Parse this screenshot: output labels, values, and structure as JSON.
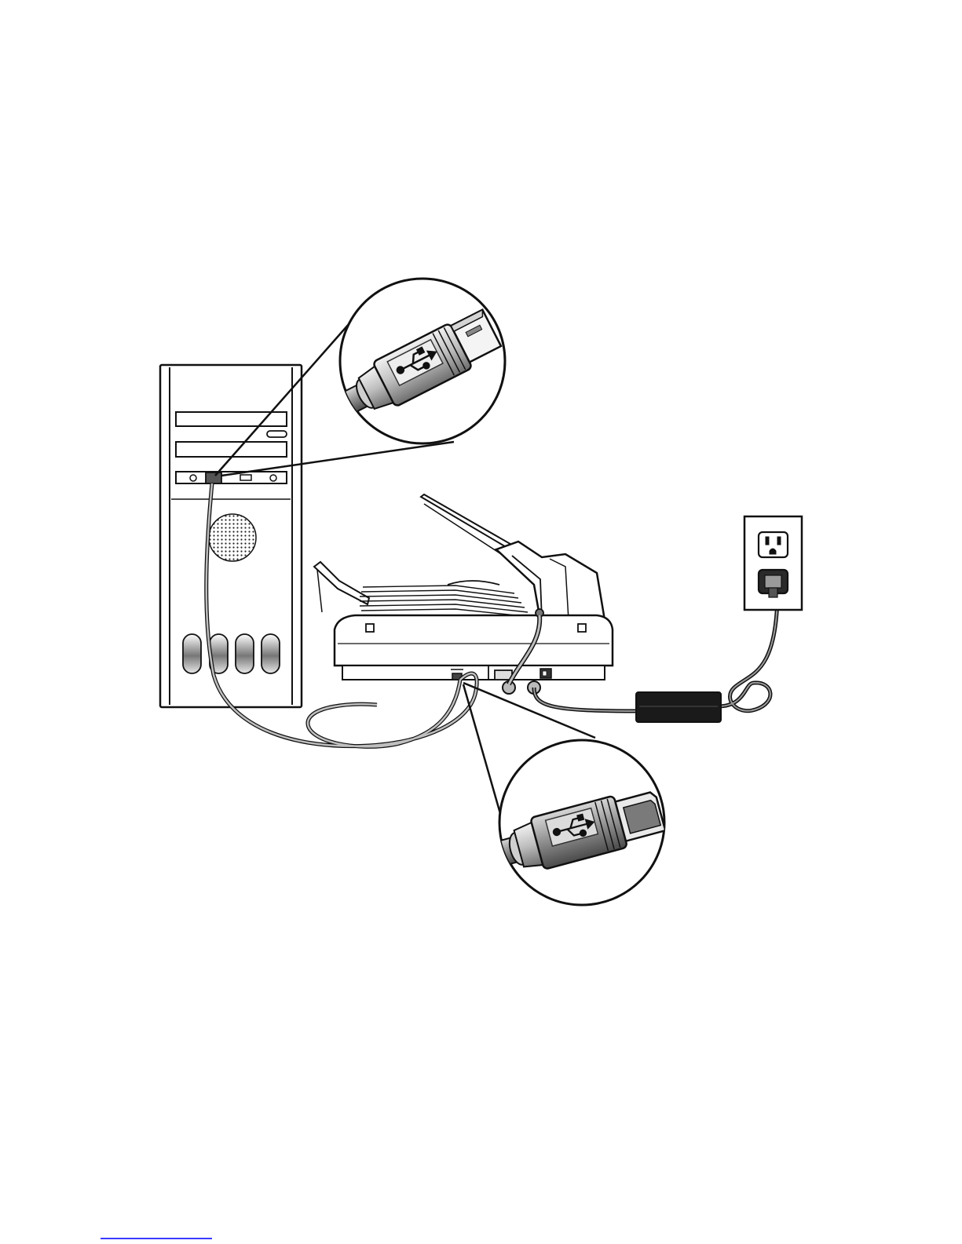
{
  "diagram": {
    "components": [
      {
        "id": "computer",
        "icon": "computer-tower-icon"
      },
      {
        "id": "scanner",
        "icon": "scanner-with-adf-icon"
      },
      {
        "id": "wall-outlet",
        "icon": "power-outlet-icon"
      },
      {
        "id": "power-adapter",
        "icon": "power-adapter-icon"
      },
      {
        "id": "usb-a-detail",
        "icon": "usb-type-a-plug-icon"
      },
      {
        "id": "usb-b-detail",
        "icon": "usb-type-b-plug-icon"
      }
    ],
    "connections": [
      {
        "from": "computer",
        "to": "scanner",
        "cable": "usb"
      },
      {
        "from": "scanner",
        "to": "power-adapter",
        "cable": "dc-power"
      },
      {
        "from": "power-adapter",
        "to": "wall-outlet",
        "cable": "ac-power"
      }
    ]
  },
  "colors": {
    "line": "#111111",
    "fill": "#ffffff",
    "cable": "#8a8a8a",
    "adapter": "#1a1a1a",
    "footer_rule": "#3a3aff"
  }
}
